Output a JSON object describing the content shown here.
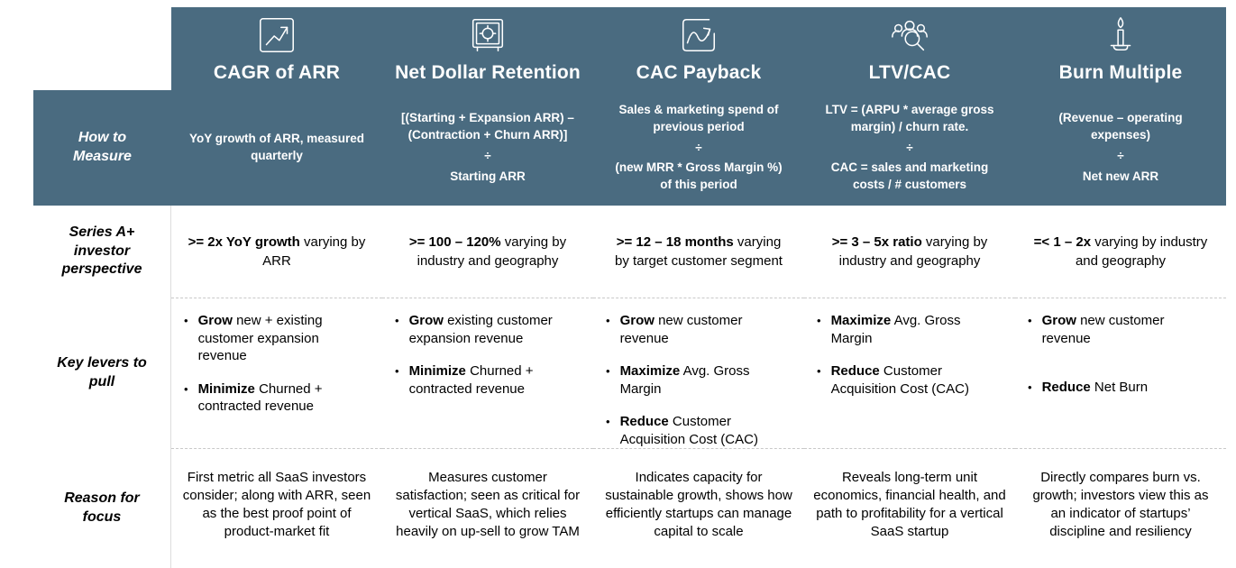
{
  "theme": {
    "header_bg": "#4a6b80",
    "header_text": "#ffffff",
    "body_text": "#000000",
    "divider": "#c9c9c9"
  },
  "row_labels": {
    "measure": "How to Measure",
    "perspective": "Series A+ investor perspective",
    "levers": "Key levers to pull",
    "reason": "Reason for focus"
  },
  "bullet": "•",
  "columns": [
    {
      "title": "CAGR of ARR",
      "icon": "line-chart-icon",
      "measure_lines": [
        "YoY growth of ARR, measured quarterly",
        "",
        ""
      ],
      "perspective": {
        "bold": ">= 2x YoY growth",
        "rest": " varying by ARR"
      },
      "levers": [
        {
          "bold": "Grow",
          "rest": " new + existing customer expansion revenue"
        },
        {
          "bold": "Minimize",
          "rest": " Churned + contracted revenue"
        }
      ],
      "reason": "First metric all SaaS investors consider; along with ARR, seen as the best proof point of product-market fit"
    },
    {
      "title": "Net Dollar Retention",
      "icon": "vault-icon",
      "measure_lines": [
        "[(Starting + Expansion ARR) – (Contraction + Churn ARR)]",
        "÷",
        "Starting ARR"
      ],
      "perspective": {
        "bold": ">= 100 – 120%",
        "rest": " varying by industry and geography"
      },
      "levers": [
        {
          "bold": "Grow",
          "rest": " existing customer expansion revenue"
        },
        {
          "bold": "Minimize",
          "rest": " Churned + contracted revenue"
        }
      ],
      "reason": "Measures customer satisfaction; seen as critical for vertical SaaS, which relies heavily on up-sell to grow TAM"
    },
    {
      "title": "CAC Payback",
      "icon": "wave-icon",
      "measure_lines": [
        "Sales & marketing spend of previous period",
        "÷",
        "(new MRR * Gross Margin %) of this period"
      ],
      "perspective": {
        "bold": ">= 12 – 18 months",
        "rest": " varying by target customer segment"
      },
      "levers": [
        {
          "bold": "Grow",
          "rest": " new customer revenue"
        },
        {
          "bold": "Maximize",
          "rest": " Avg. Gross Margin"
        },
        {
          "bold": "Reduce",
          "rest": " Customer Acquisition Cost (CAC)"
        }
      ],
      "reason": "Indicates capacity for sustainable growth, shows how efficiently startups can manage capital to scale"
    },
    {
      "title": "LTV/CAC",
      "icon": "people-magnifier-icon",
      "measure_lines": [
        "LTV = (ARPU * average gross margin) / churn rate.",
        "÷",
        "CAC = sales and marketing costs / # customers"
      ],
      "perspective": {
        "bold": ">= 3 – 5x ratio",
        "rest": " varying by industry and geography"
      },
      "levers": [
        {
          "bold": "Maximize",
          "rest": " Avg. Gross Margin"
        },
        {
          "bold": "Reduce",
          "rest": " Customer Acquisition Cost (CAC)"
        }
      ],
      "reason": "Reveals long-term unit economics, financial health, and path to profitability for a vertical SaaS startup"
    },
    {
      "title": "Burn Multiple",
      "icon": "candle-icon",
      "measure_lines": [
        "(Revenue – operating expenses)",
        "÷",
        "Net new ARR"
      ],
      "perspective": {
        "bold": "=< 1 – 2x",
        "rest": " varying by industry and geography"
      },
      "levers": [
        {
          "bold": "Grow",
          "rest": " new customer revenue"
        },
        {
          "bold": "Reduce",
          "rest": " Net Burn"
        }
      ],
      "reason": "Directly compares burn vs. growth; investors view this as an indicator of startups’ discipline and resiliency"
    }
  ]
}
